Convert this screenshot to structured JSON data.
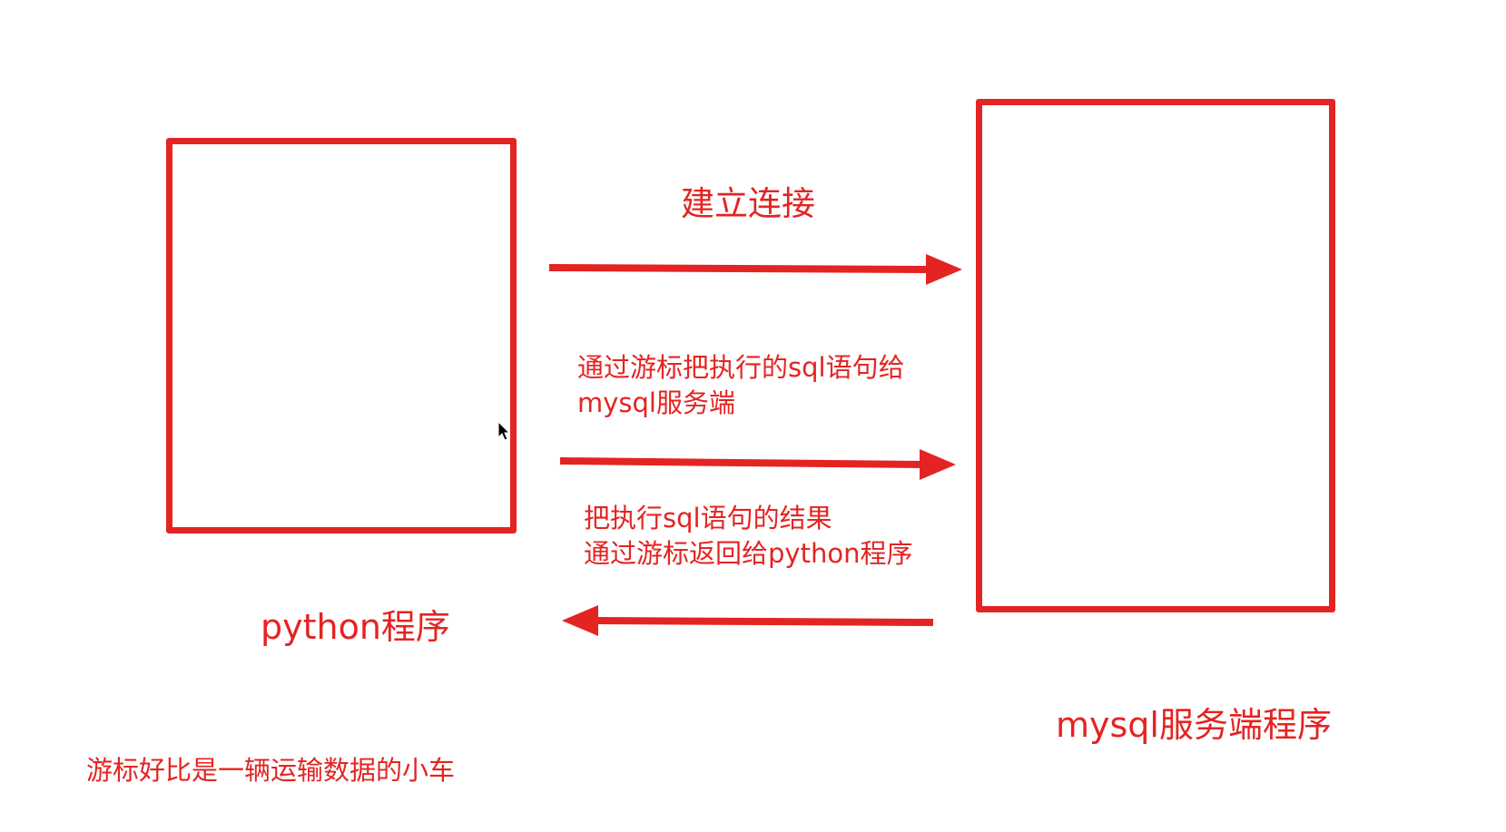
{
  "colors": {
    "accent": "#e42422",
    "background": "#ffffff"
  },
  "nodes": {
    "python": {
      "label": "python程序"
    },
    "mysql": {
      "label": "mysql服务端程序"
    }
  },
  "edges": [
    {
      "id": "connect",
      "direction": "python-to-mysql",
      "label_lines": [
        "建立连接"
      ]
    },
    {
      "id": "send-sql",
      "direction": "python-to-mysql",
      "label_lines": [
        "通过游标把执行的sql语句给",
        "mysql服务端"
      ]
    },
    {
      "id": "return-result",
      "direction": "mysql-to-python",
      "label_lines": [
        "把执行sql语句的结果",
        "通过游标返回给python程序"
      ]
    }
  ],
  "note": "游标好比是一辆运输数据的小车",
  "icons": {
    "cursor": "mouse-pointer-icon"
  }
}
